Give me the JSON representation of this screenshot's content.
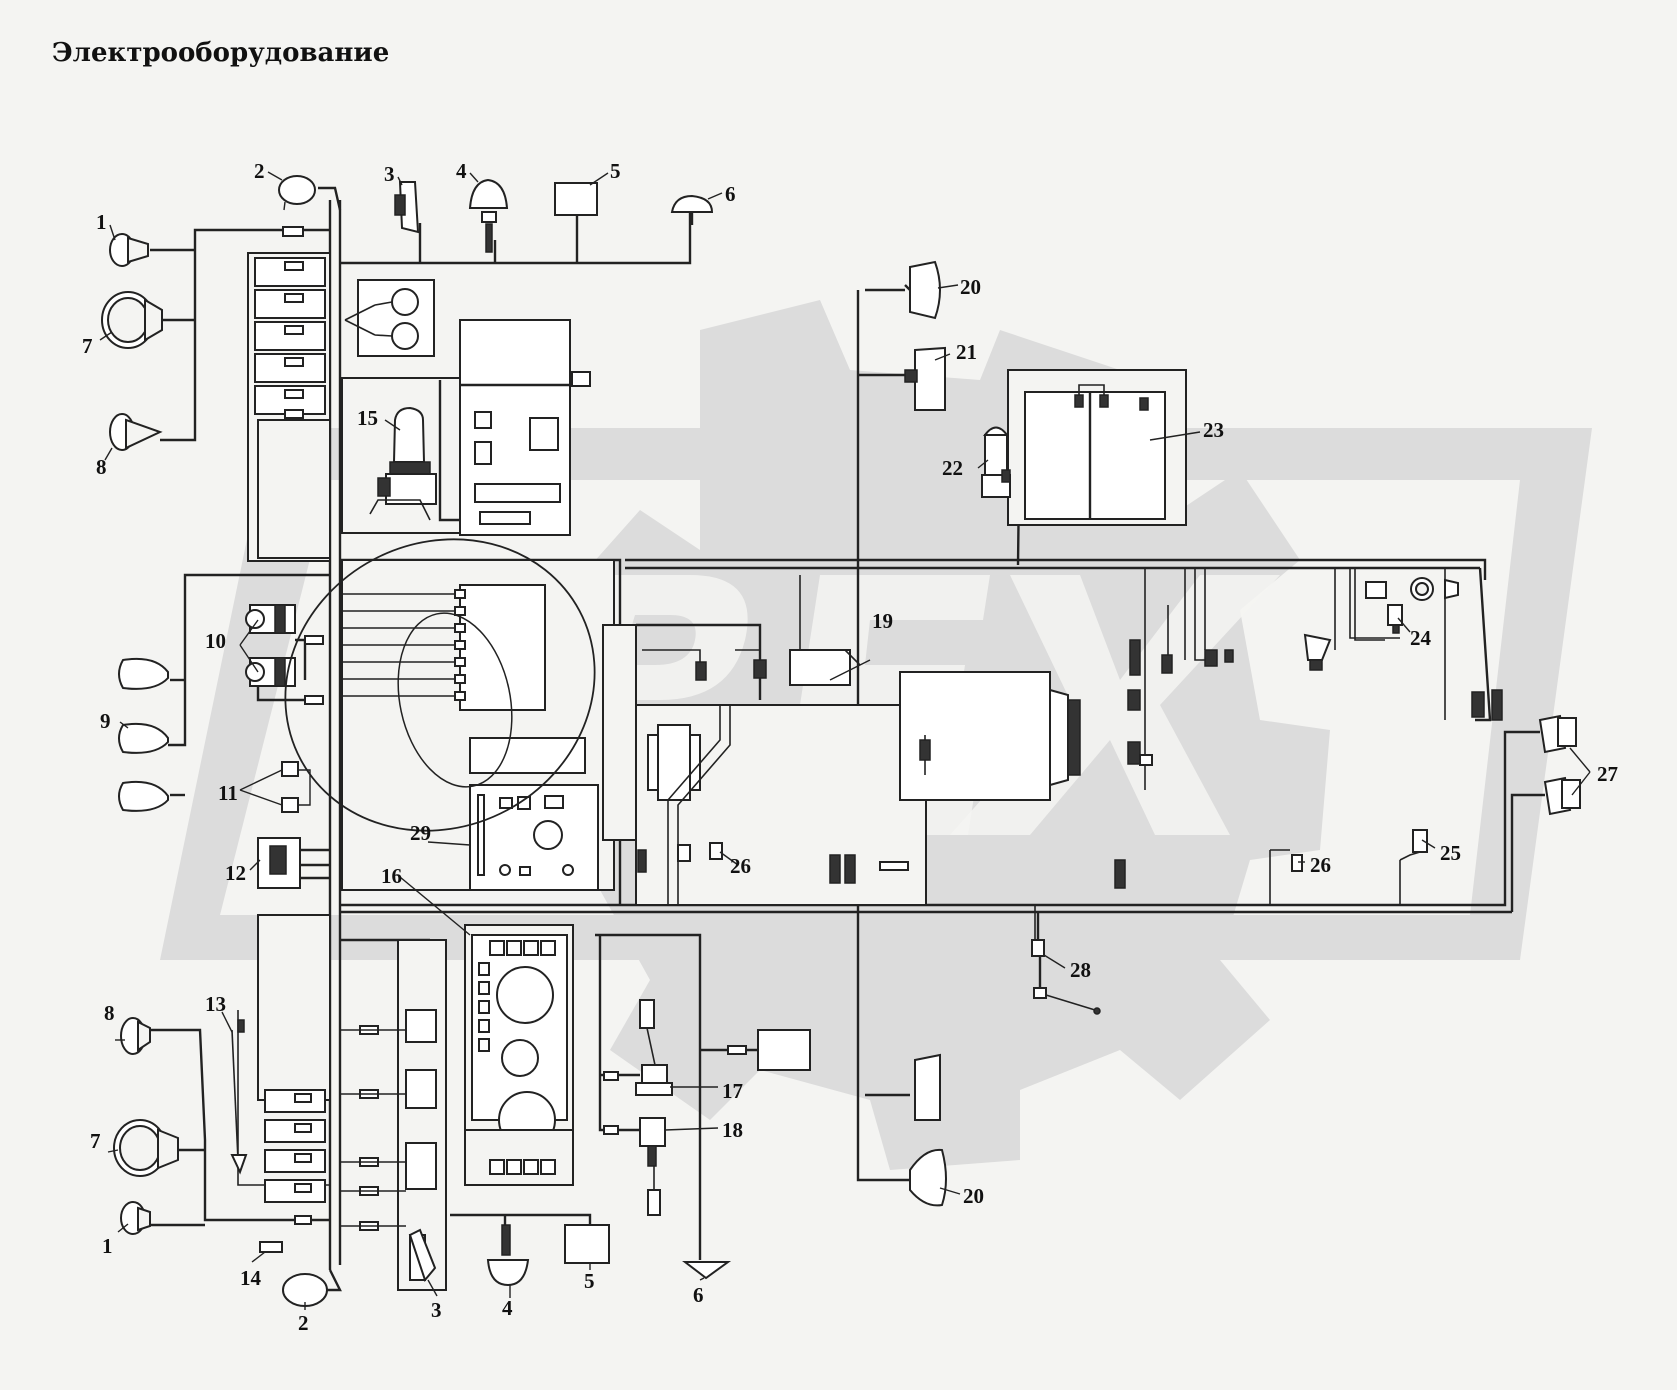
{
  "title": "Электрооборудование",
  "colors": {
    "background": "#f4f4f2",
    "watermark": "#dcdcdc",
    "line": "#222222"
  },
  "watermark": {
    "text": "РЕХ"
  },
  "labels": [
    "1",
    "2",
    "3",
    "4",
    "5",
    "6",
    "7",
    "8",
    "9",
    "10",
    "11",
    "12",
    "13",
    "14",
    "15",
    "16",
    "17",
    "18",
    "19",
    "20",
    "21",
    "22",
    "23",
    "24",
    "25",
    "26",
    "27",
    "28",
    "29"
  ]
}
